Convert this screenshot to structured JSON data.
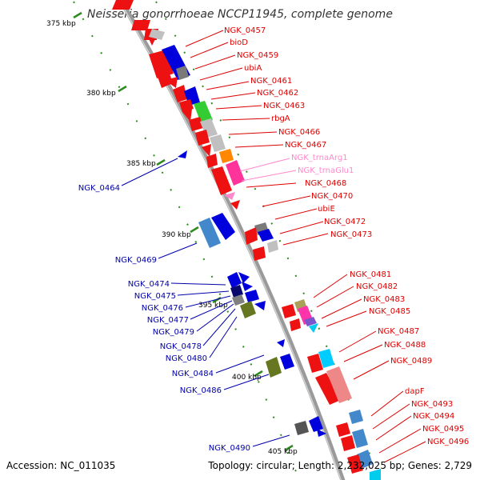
{
  "title": "Neisseria gonorrhoeae NCCP11945, complete genome",
  "accession": "Accession: NC_011035",
  "topology": "Topology: circular; Length: 2,232,025 bp; Genes: 2,729",
  "colors": {
    "backbone": "#9a9a9a",
    "tick": "#2e8b1f",
    "forward_label": "#dd0000",
    "reverse_label": "#0000aa",
    "trna_label": "#ff88cc"
  },
  "ticks": [
    "375 kbp",
    "380 kbp",
    "385 kbp",
    "390 kbp",
    "395 kbp",
    "400 kbp",
    "405 kbp"
  ],
  "right_labels": [
    "NGK_0457",
    "bioD",
    "NGK_0459",
    "ubiA",
    "NGK_0461",
    "NGK_0462",
    "NGK_0463",
    "rbgA",
    "NGK_0466",
    "NGK_0467",
    "NGK_trnaArg1",
    "NGK_trnaGlu1",
    "NGK_0468",
    "NGK_0470",
    "ubiE",
    "NGK_0472",
    "NGK_0473",
    "NGK_0481",
    "NGK_0482",
    "NGK_0483",
    "NGK_0485",
    "NGK_0487",
    "NGK_0488",
    "NGK_0489",
    "dapF",
    "NGK_0493",
    "NGK_0494",
    "NGK_0495",
    "NGK_0496"
  ],
  "left_labels": [
    "NGK_0464",
    "NGK_0469",
    "NGK_0474",
    "NGK_0475",
    "NGK_0476",
    "NGK_0477",
    "NGK_0479",
    "NGK_0478",
    "NGK_0480",
    "NGK_0484",
    "NGK_0486",
    "NGK_0490"
  ]
}
